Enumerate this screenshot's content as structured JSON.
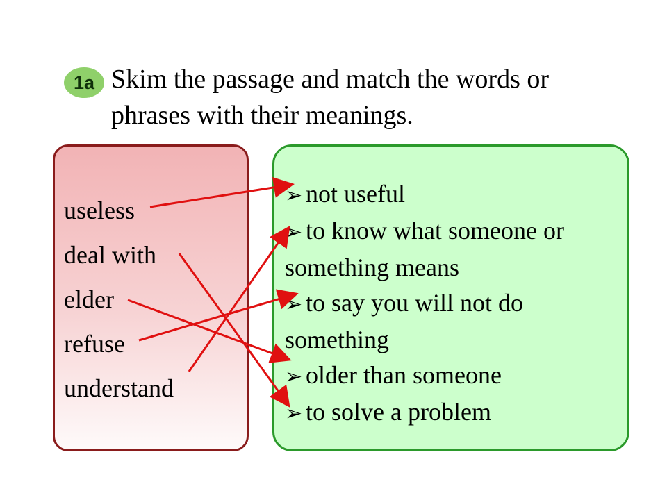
{
  "badge": {
    "label": "1a"
  },
  "instruction": {
    "line1": "Skim the passage and match the words or",
    "line2": "phrases with their meanings."
  },
  "words": [
    "useless",
    "deal with",
    "elder",
    "refuse",
    "understand"
  ],
  "meanings": [
    "not useful",
    "to know what someone or something means",
    "to say you will not do something",
    "older than someone",
    "to solve a problem"
  ],
  "bullet_icon": "arrow-bullet-icon",
  "matches": [
    {
      "word": "useless",
      "meaning": "not useful"
    },
    {
      "word": "deal with",
      "meaning": "to solve a problem"
    },
    {
      "word": "elder",
      "meaning": "older than someone"
    },
    {
      "word": "refuse",
      "meaning": "to say you will not do something"
    },
    {
      "word": "understand",
      "meaning": "to know what someone or something means"
    }
  ],
  "colors": {
    "badge": "#8fd06a",
    "left_border": "#8a1c1c",
    "right_border": "#2b9a2b",
    "right_fill": "#ccffcc",
    "arrow": "#e01010"
  }
}
